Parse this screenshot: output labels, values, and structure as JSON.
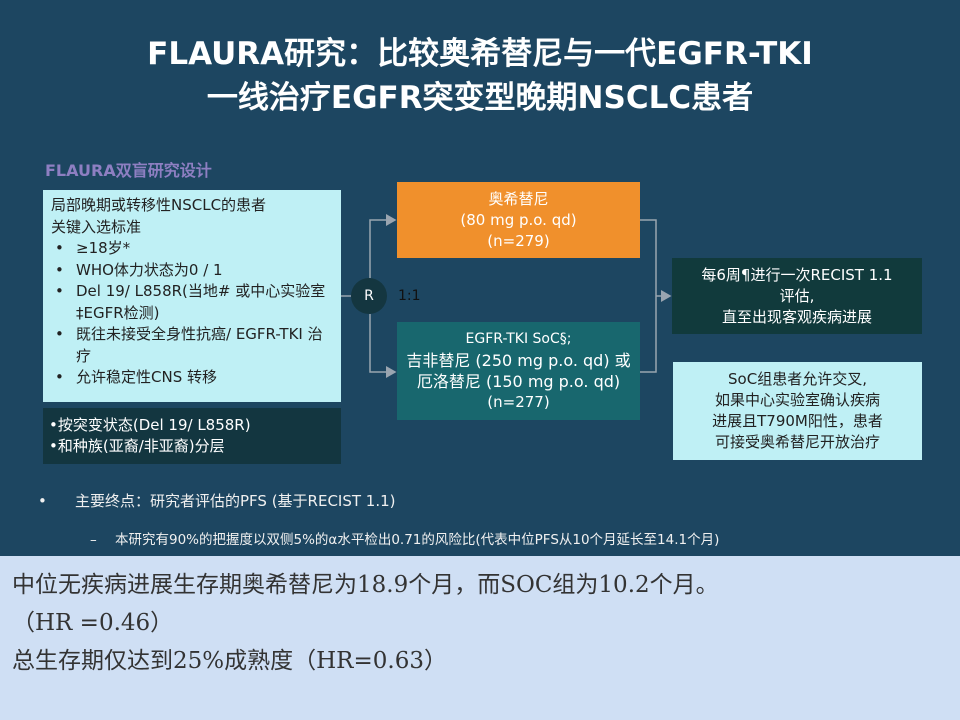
{
  "title": {
    "line1": "FLAURA研究：比较奥希替尼与一代EGFR-TKI",
    "line2": "一线治疗EGFR突变型晚期NSCLC患者"
  },
  "design_label": "FLAURA双盲研究设计",
  "criteria": {
    "heading1": "局部晚期或转移性NSCLC的患者",
    "heading2": "关键入选标准",
    "items": [
      "≥18岁*",
      "WHO体力状态为0 / 1",
      "Del 19/ L858R(当地# 或中心实验室‡EGFR检测)",
      "既往未接受全身性抗癌/ EGFR-TKI 治疗",
      "允许稳定性CNS 转移"
    ]
  },
  "stratification": [
    "•按突变状态(Del 19/ L858R)",
    "•和种族(亚裔/非亚裔)分层"
  ],
  "randomization": {
    "label": "R",
    "ratio": "1:1"
  },
  "arm_osimertinib": {
    "name": "奥希替尼",
    "dose": "(80 mg p.o. qd)",
    "n": "(n=279)"
  },
  "arm_soc": {
    "name": "EGFR-TKI SoC§;",
    "gefitinib": "吉非替尼 (250 mg p.o. qd) 或",
    "erlotinib": "厄洛替尼 (150 mg p.o. qd)",
    "n": "(n=277)"
  },
  "assessment": [
    "每6周¶进行一次RECIST 1.1",
    "评估,",
    "直至出现客观疾病进展"
  ],
  "crossover": [
    "SoC组患者允许交叉,",
    "如果中心实验室确认疾病",
    "进展且T790M阳性，患者",
    "可接受奥希替尼开放治疗"
  ],
  "endpoint": {
    "bullet": "•",
    "text": "主要终点：研究者评估的PFS (基于RECIST 1.1)",
    "dash": "–",
    "sub": "本研究有90%的把握度以双侧5%的α水平检出0.71的风险比(代表中位PFS从10个月延长至14.1个月)"
  },
  "results": [
    "中位无疾病进展生存期奥希替尼为18.9个月，而SOC组为10.2个月。",
    "（HR =0.46）",
    "总生存期仅达到25%成熟度（HR=0.63）"
  ],
  "colors": {
    "background": "#1d4661",
    "orange": "#f0902c",
    "teal": "#18676e",
    "light_cyan": "#bff0f5",
    "overlay": "#cfdff4"
  }
}
